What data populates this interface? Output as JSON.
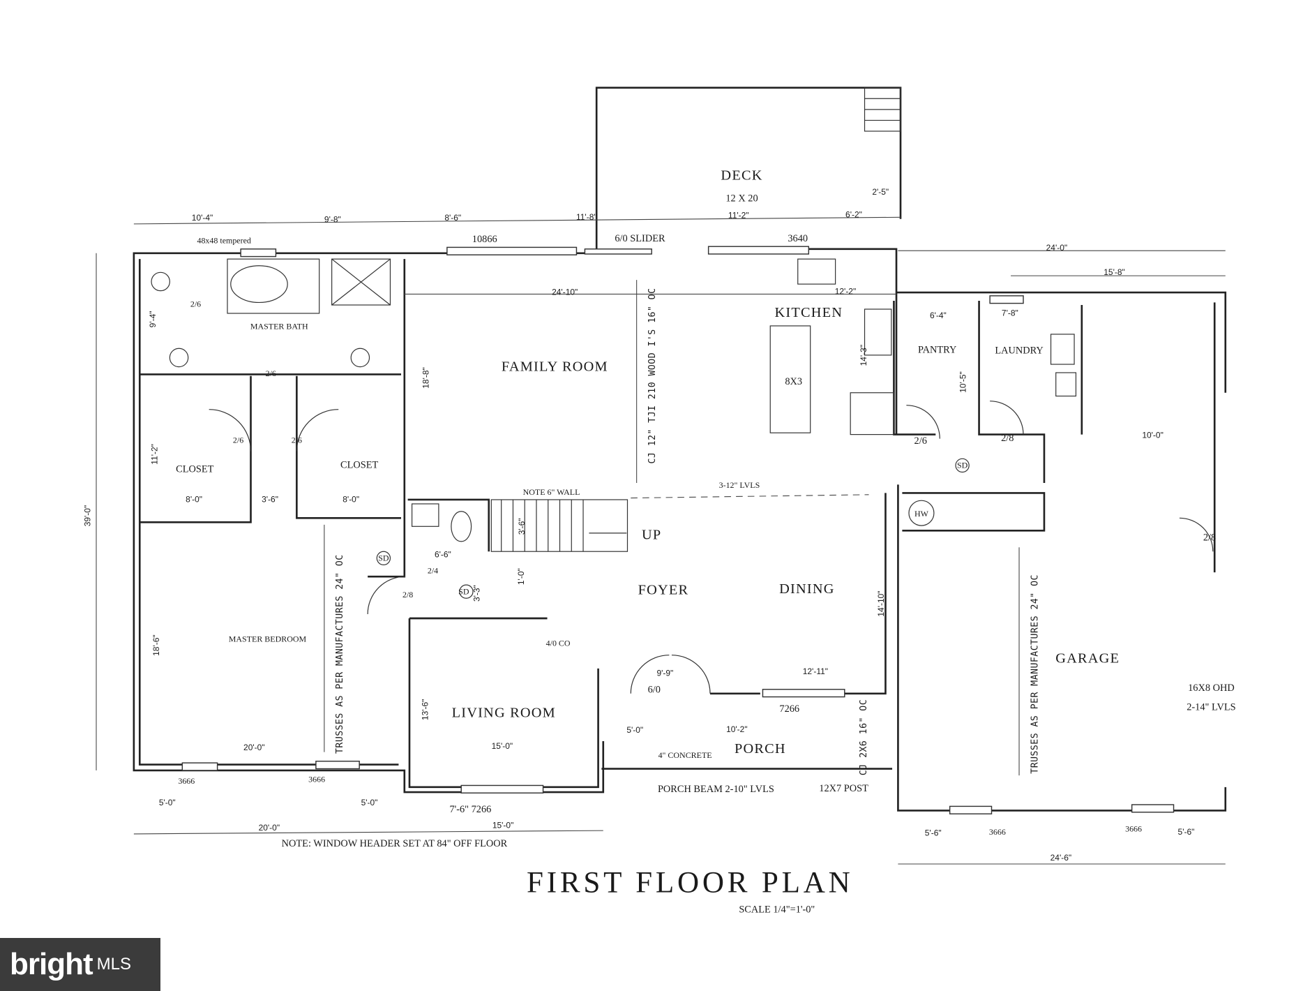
{
  "title": "FIRST FLOOR PLAN",
  "scale": "SCALE 1/4\"=1'-0\"",
  "note": "NOTE: WINDOW HEADER SET AT 84\" OFF FLOOR",
  "rooms": {
    "deck": "DECK",
    "deck_size": "12 X 20",
    "family_room": "FAMILY ROOM",
    "kitchen": "KITCHEN",
    "island": "8X3",
    "pantry": "PANTRY",
    "laundry": "LAUNDRY",
    "master_bath": "MASTER BATH",
    "closet_left": "CLOSET",
    "closet_right": "CLOSET",
    "master_bedroom": "MASTER BEDROOM",
    "foyer": "FOYER",
    "dining": "DINING",
    "living_room": "LIVING ROOM",
    "porch": "PORCH",
    "garage": "GARAGE"
  },
  "labels": {
    "tempered": "48x48 tempered",
    "win_10866": "10866",
    "slider": "6/0 SLIDER",
    "win_3640": "3640",
    "note_wall": "NOTE 6\" WALL",
    "up": "UP",
    "lvls": "3-12\" LVLS",
    "co": "4/0 CO",
    "door_60": "6/0",
    "win_7266_porch": "7266",
    "concrete": "4\" CONCRETE",
    "porch_beam": "PORCH BEAM 2-10\" LVLS",
    "post": "12X7 POST",
    "ohd": "16X8 OHD",
    "ohd_lvls": "2-14\" LVLS",
    "hw": "HW",
    "sd": "SD",
    "win_3666_a": "3666",
    "win_3666_b": "3666",
    "win_3666_c": "3666",
    "win_3666_d": "3666",
    "win_7266_living": "7'-6\" 7266",
    "cj_family": "CJ 12\" TJI 210 WOOD I'S 16\" OC",
    "trusses_master": "TRUSSES AS PER MANUFACTURES 24\" OC",
    "trusses_garage": "TRUSSES AS PER MANUFACTURES 24\" OC",
    "cj_porch": "CJ 2X6 16\" OC",
    "doors": [
      "2/6",
      "2/6",
      "2/6",
      "2/6",
      "2/6",
      "2/8",
      "2/4",
      "2/8",
      "2/8"
    ]
  },
  "dimensions": {
    "top": [
      "10'-4\"",
      "9'-8\"",
      "8'-6\"",
      "11'-8\"",
      "11'-2\"",
      "6'-2\"",
      "2'-5\""
    ],
    "family_width": "24'-10\"",
    "family_depth": "18'-8\"",
    "kitchen_width": "12'-2\"",
    "kitchen_depth": "14'-3\"",
    "garage_top": "24'-0\"",
    "garage_top2": "15'-8\"",
    "pantry_w": "6'-4\"",
    "laundry_w": "7'-8\"",
    "pantry_d": "10'-5\"",
    "garage_step": "10'-0\"",
    "bath_d": "9'-4\"",
    "closet_d": "11'-2\"",
    "closet_w1": "8'-0\"",
    "hall_w": "3'-6\"",
    "closet_w2": "8'-0\"",
    "overall_depth": "39'-0\"",
    "stair": "3'-6\"",
    "powder": "6'-6\"",
    "step": "1'-0\"",
    "hall2": "3'-3\"",
    "bed_d": "18'-6\"",
    "bed_w": "20'-0\"",
    "living_d": "13'-6\"",
    "living_w": "15'-0\"",
    "dining_d": "14'-10\"",
    "dining_w": "12'-11\"",
    "entry": "9'-9\"",
    "porch_a": "5'-0\"",
    "porch_b": "10'-2\"",
    "bot_a": "5'-0\"",
    "bot_b": "5'-0\"",
    "bot_total": "20'-0\"",
    "bot_living": "15'-0\"",
    "gar_a": "5'-6\"",
    "gar_b": "5'-6\"",
    "gar_total": "24'-6\""
  },
  "logo": {
    "brand": "bright",
    "suffix": "MLS"
  }
}
